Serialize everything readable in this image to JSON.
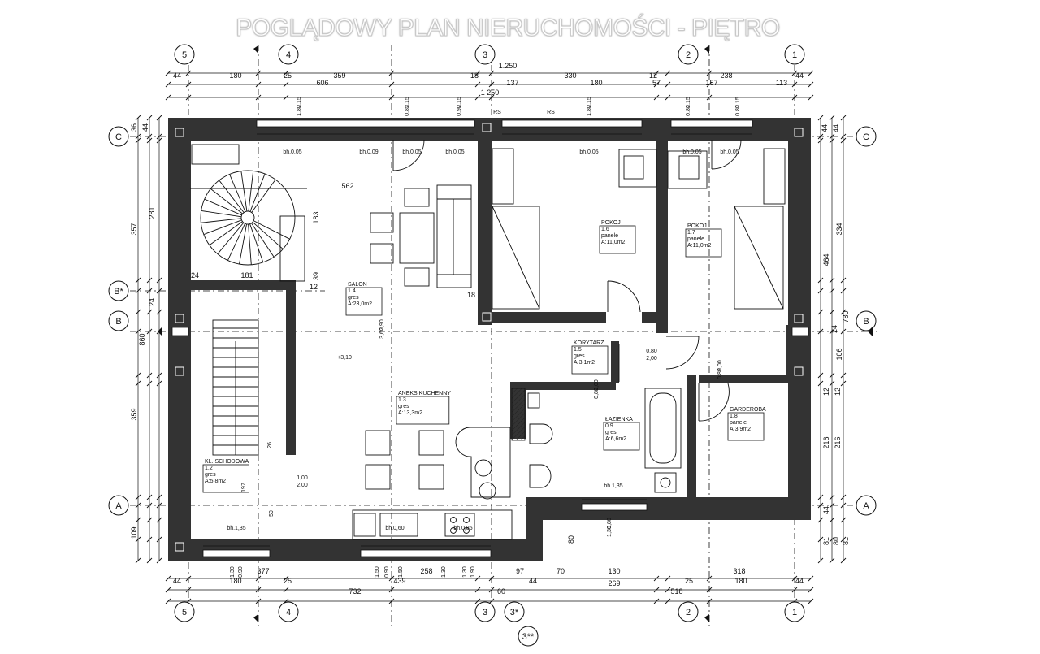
{
  "title": "POGLĄDOWY PLAN NIERUCHOMOŚCI - PIĘTRO",
  "axes": {
    "top": [
      "5",
      "4",
      "3",
      "2",
      "1"
    ],
    "bottom": [
      "5",
      "4",
      "3",
      "3*",
      "3**",
      "2",
      "1"
    ],
    "left": [
      "C",
      "B*",
      "B",
      "A"
    ],
    "right": [
      "C",
      "B",
      "A"
    ]
  },
  "dims_top": {
    "total": "1.250",
    "total2": "1 250",
    "row1": [
      "44",
      "180",
      "25",
      "359",
      "18",
      "330",
      "12",
      "238",
      "44"
    ],
    "row2": [
      "606",
      "137",
      "180",
      "57",
      "157",
      "113"
    ]
  },
  "dims_bottom": {
    "row1": [
      "44",
      "180",
      "377",
      "25",
      "439",
      "258",
      "97",
      "44",
      "70",
      "130",
      "318",
      "180",
      "44"
    ],
    "row2": [
      "732",
      "269",
      "25",
      "518"
    ],
    "extra": [
      "60"
    ]
  },
  "dims_left": [
    "36",
    "44",
    "357",
    "281",
    "24",
    "860",
    "359",
    "109"
  ],
  "dims_right": [
    "44",
    "44",
    "334",
    "464",
    "780",
    "24",
    "106",
    "12",
    "12",
    "216",
    "216",
    "44",
    "81",
    "80",
    "81"
  ],
  "openings": {
    "top": [
      "1.80\n2.15",
      "0.85\n2.15",
      "0.90\n2.15",
      "1.80\n2.15",
      "0.80\n2.15",
      "0.80\n2.15"
    ],
    "sill": [
      "bh.0,05",
      "bh.0,09",
      "bh.0,05",
      "bh.0,05",
      "bh.0,05",
      "bh.0,05",
      "bh.0,05"
    ],
    "rs": [
      "RS",
      "RS"
    ],
    "bottom_sill": [
      "bh.1,35",
      "bh.0,60",
      "bh.0,85",
      "bh.1,35"
    ],
    "bottom": [
      "1.30",
      "1.50",
      "1.30",
      "1.30"
    ],
    "bottom2": [
      "0.90",
      "0.90",
      "1.50",
      "1.90"
    ]
  },
  "rooms": [
    {
      "id": "1.4",
      "name": "SALON",
      "floor": "gres",
      "area": "A:23,0m2"
    },
    {
      "id": "1.6",
      "name": "POKOJ",
      "floor": "panele",
      "area": "A:11,0m2"
    },
    {
      "id": "1.7",
      "name": "POKOJ",
      "floor": "panele",
      "area": "A:11,0m2"
    },
    {
      "id": "1.5",
      "name": "KORYTARZ",
      "floor": "gres",
      "area": "A:3,1m2"
    },
    {
      "id": "1.3",
      "name": "ANEKS KUCHENNY",
      "floor": "gres",
      "area": "A:13,3m2"
    },
    {
      "id": "0.9",
      "name": "ŁAZIENKA",
      "floor": "gres",
      "area": "A:6,6m2"
    },
    {
      "id": "1.8",
      "name": "GARDEROBA",
      "floor": "panele",
      "area": "A:3,9m2"
    },
    {
      "id": "1.2",
      "name": "KL. SCHODOWA",
      "floor": "gres",
      "area": "A:5,8m2"
    }
  ],
  "interior_labels": {
    "d562": "562",
    "d183": "183",
    "d181": "181",
    "d24": "24",
    "d12": "12",
    "d39": "39",
    "d18": "18",
    "level": "+3,10",
    "door1": "1,00\n2,00",
    "door2": "0,80\n2,00",
    "door3": "0,80\n2,00",
    "door4": "0,80\n2,00",
    "d26": "26",
    "d59": "59",
    "d197": "197",
    "d80": "80",
    "d130": "1,30\n0,80",
    "d360": "3,60\n2,90"
  },
  "colors": {
    "wall": "#333333",
    "wall_dark": "#1a1a1a",
    "line": "#111111",
    "title_fill": "#ffffff"
  }
}
